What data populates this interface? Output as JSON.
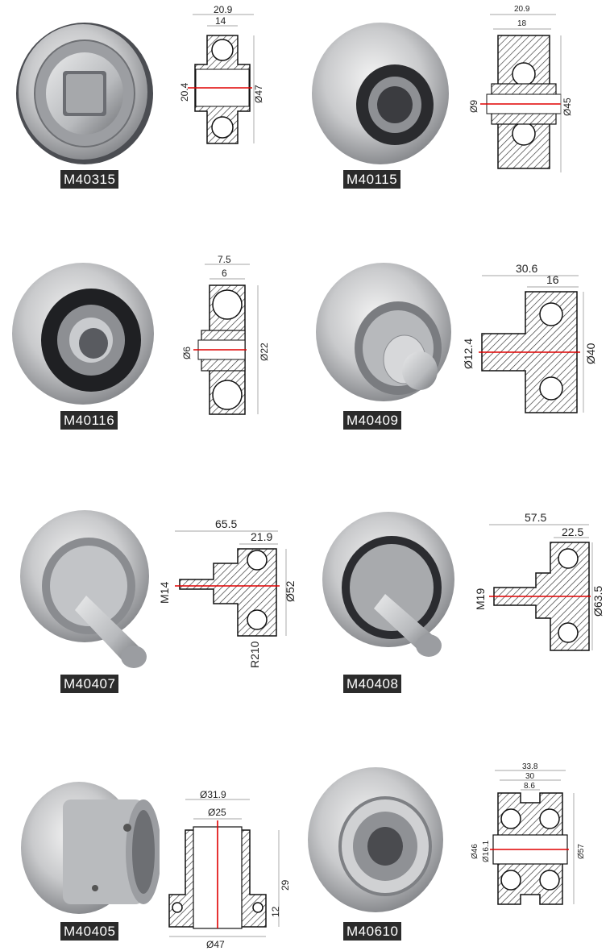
{
  "products": [
    {
      "code": "M40315",
      "dims": {
        "width_outer": "20.9",
        "width_inner": "14",
        "height": "20.4",
        "diameter": "Ø47"
      }
    },
    {
      "code": "M40115",
      "dims": {
        "width_outer": "20.9",
        "width_inner": "18",
        "bore": "Ø9",
        "diameter": "Ø45"
      }
    },
    {
      "code": "M40116",
      "dims": {
        "width_outer": "7.5",
        "width_inner": "6",
        "bore": "Ø6",
        "diameter": "Ø22"
      }
    },
    {
      "code": "M40409",
      "dims": {
        "length": "30.6",
        "width": "16",
        "shaft": "Ø12.4",
        "diameter": "Ø40"
      }
    },
    {
      "code": "M40407",
      "dims": {
        "length": "65.5",
        "width": "21.9",
        "thread": "M14",
        "diameter": "Ø52",
        "note": "R210"
      }
    },
    {
      "code": "M40408",
      "dims": {
        "length": "57.5",
        "width": "22.5",
        "thread": "M19",
        "diameter": "Ø63.5"
      }
    },
    {
      "code": "M40405",
      "dims": {
        "top_outer": "Ø31.9",
        "top_inner": "Ø25",
        "bottom": "Ø47",
        "height": "29",
        "flange": "12"
      }
    },
    {
      "code": "M40610",
      "dims": {
        "width_total": "33.8",
        "width_mid": "30",
        "width_inner": "8.6",
        "outer": "Ø46",
        "bore": "Ø16.1",
        "diameter": "Ø57"
      }
    }
  ],
  "colors": {
    "label_bg": "#2b2b2b",
    "label_text": "#ffffff",
    "axis": "#e00000",
    "hatch": "#333333"
  }
}
